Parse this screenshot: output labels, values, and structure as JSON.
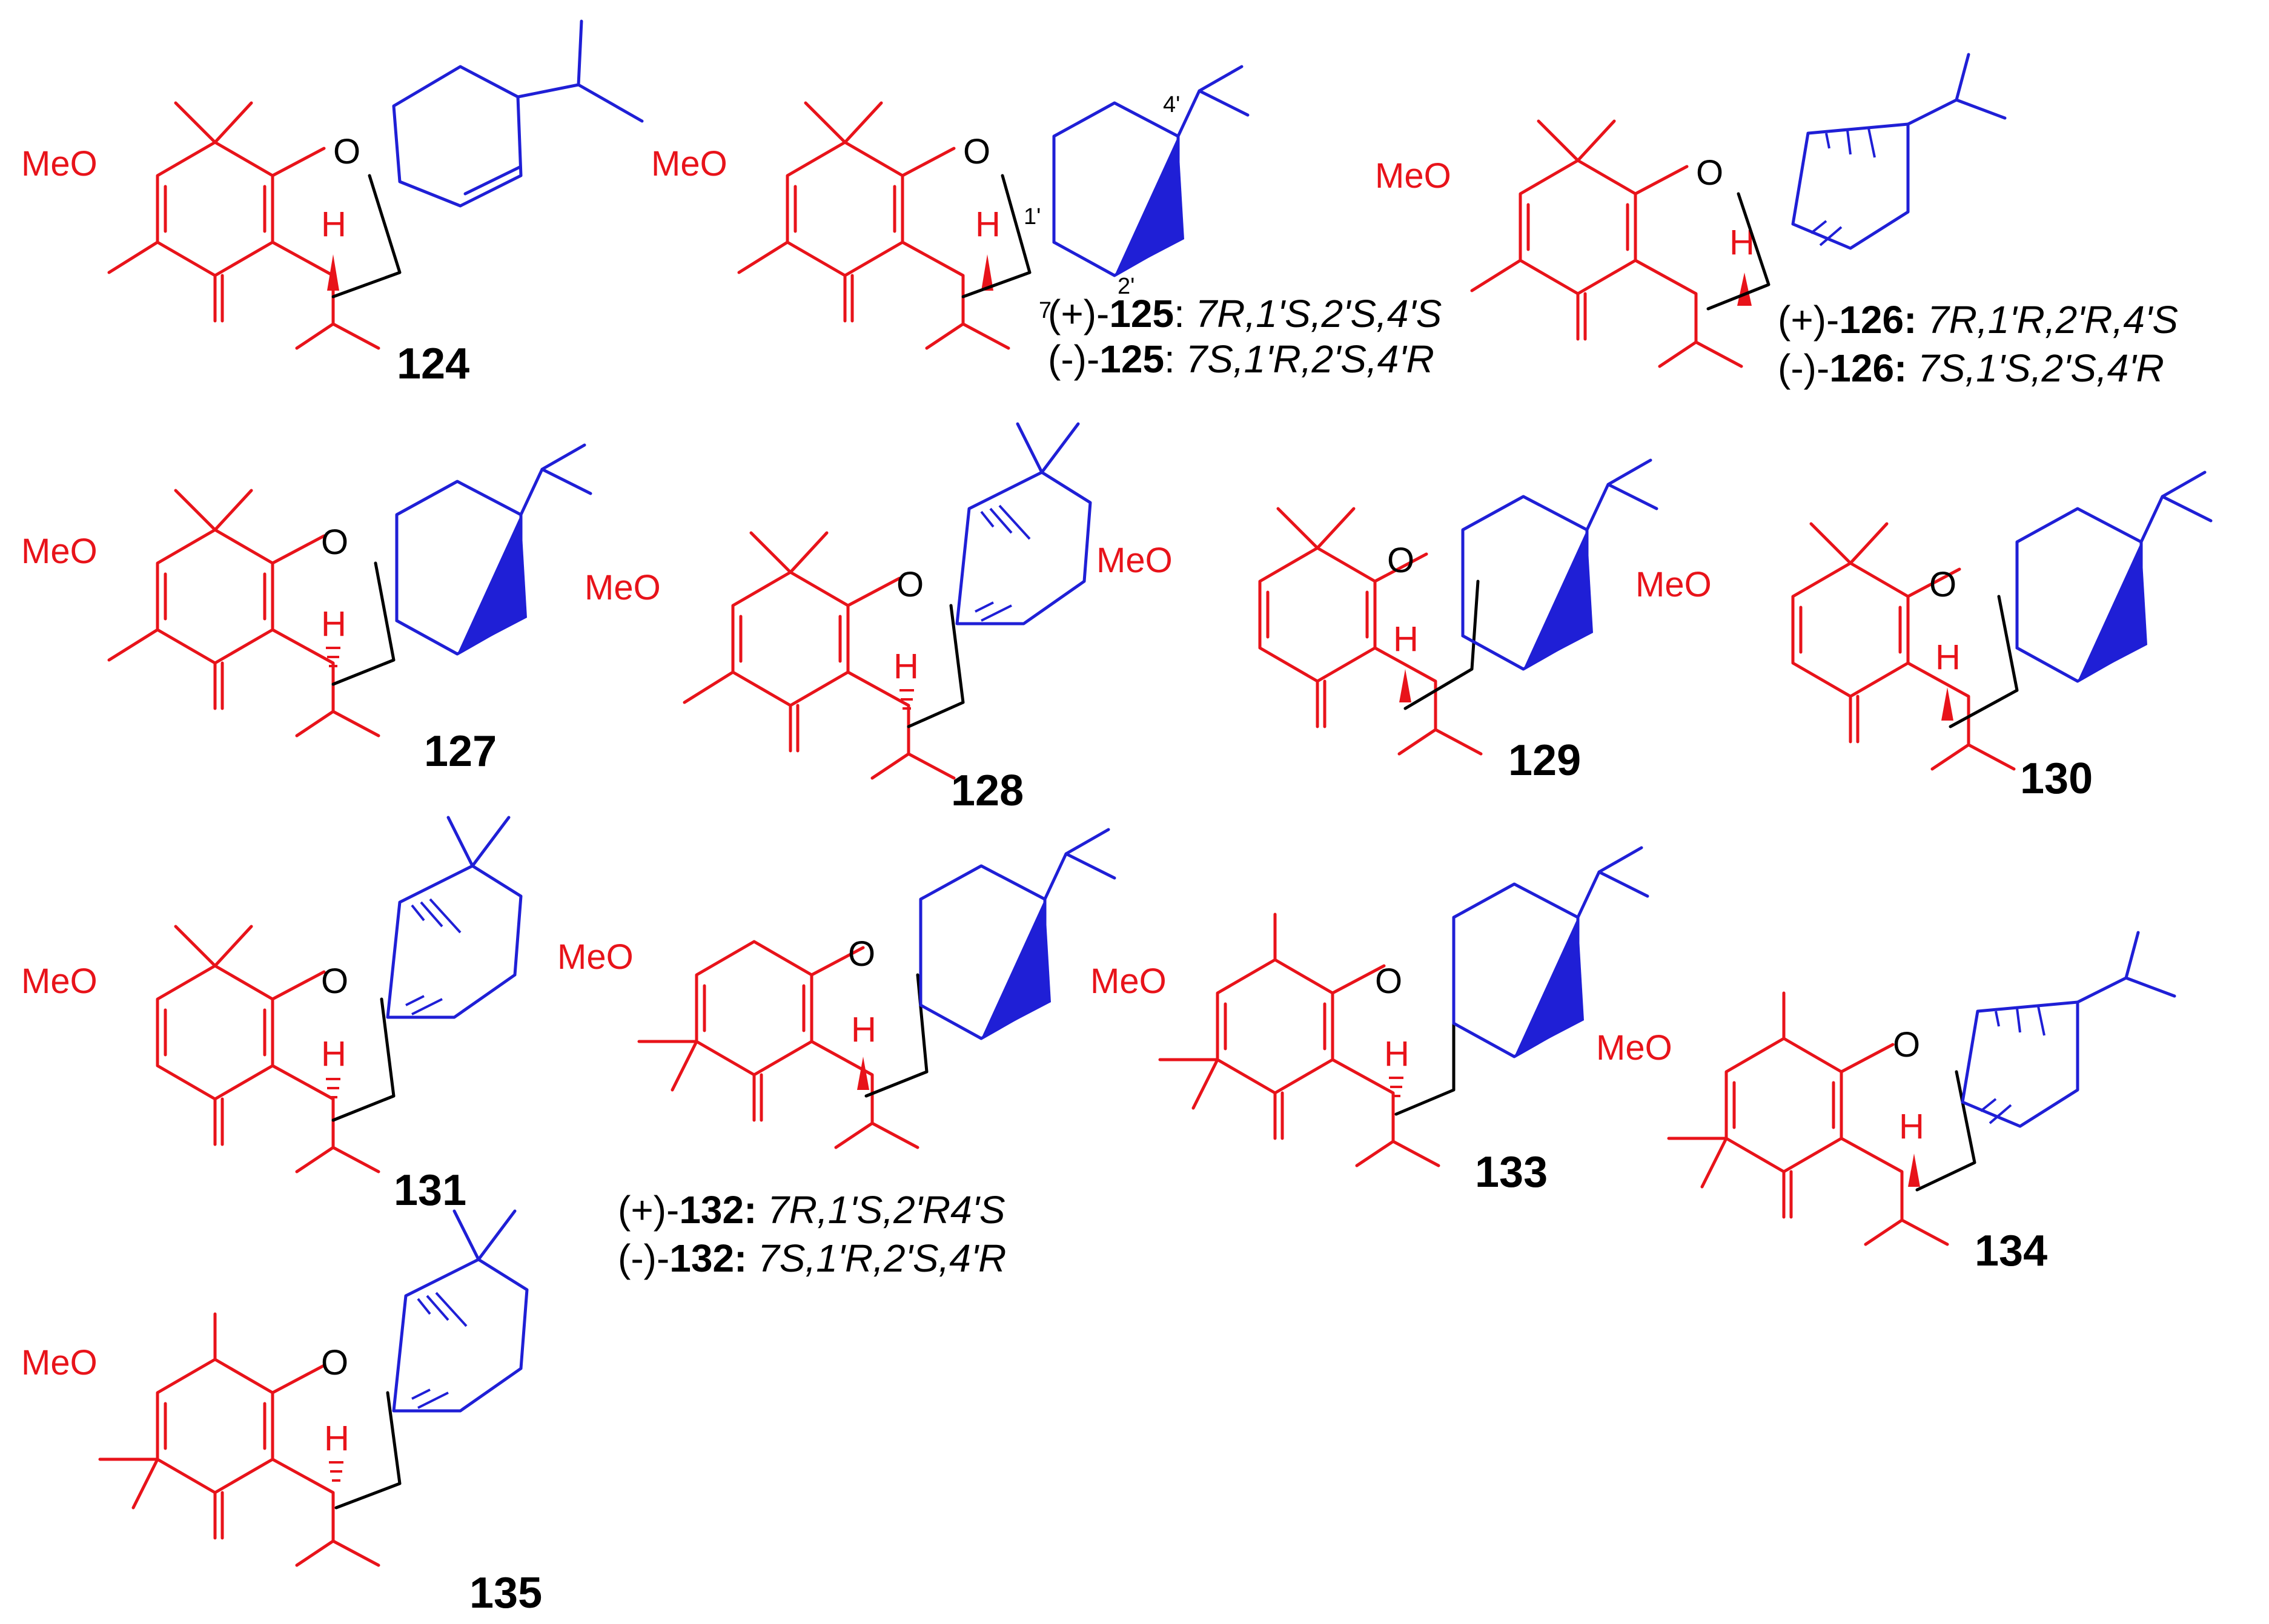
{
  "colors": {
    "core": "#e8131a",
    "terpene": "#1f1fd6",
    "linker": "#000000"
  },
  "atoms": {
    "meo": "MeO",
    "o": "O",
    "h": "H"
  },
  "compounds": [
    {
      "id": "124",
      "label": "124"
    },
    {
      "id": "125",
      "label": "125",
      "positions": {
        "c7": "7",
        "c1": "1'",
        "c2": "2'",
        "c4": "4'"
      },
      "stereo": [
        {
          "sign": "(+)-",
          "num": "125",
          "sep": ": ",
          "config": "7R,1'S,2'S,4'S"
        },
        {
          "sign": "(-)-",
          "num": "125",
          "sep": ": ",
          "config": "7S,1'R,2'S,4'R"
        }
      ]
    },
    {
      "id": "126",
      "label": "126",
      "stereo": [
        {
          "sign": "(+)-",
          "num": "126:",
          "sep": " ",
          "config": "7R,1'R,2'R,4'S"
        },
        {
          "sign": "(-)-",
          "num": "126:",
          "sep": " ",
          "config": "7S,1'S,2'S,4'R"
        }
      ]
    },
    {
      "id": "127",
      "label": "127"
    },
    {
      "id": "128",
      "label": "128"
    },
    {
      "id": "129",
      "label": "129"
    },
    {
      "id": "130",
      "label": "130"
    },
    {
      "id": "131",
      "label": "131"
    },
    {
      "id": "132",
      "label": "132",
      "stereo": [
        {
          "sign": "(+)-",
          "num": "132:",
          "sep": " ",
          "config": "7R,1'S,2'R4'S"
        },
        {
          "sign": "(-)-",
          "num": "132:",
          "sep": " ",
          "config": "7S,1'R,2'S,4'R"
        }
      ]
    },
    {
      "id": "133",
      "label": "133"
    },
    {
      "id": "134",
      "label": "134"
    },
    {
      "id": "135",
      "label": "135"
    }
  ]
}
